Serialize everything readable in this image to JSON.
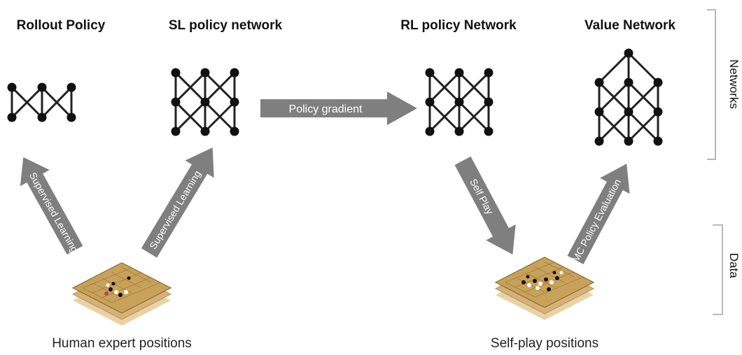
{
  "titles": {
    "rollout": "Rollout Policy",
    "sl": "SL policy network",
    "rl": "RL policy Network",
    "value": "Value Network"
  },
  "arrows": {
    "policy_gradient": "Policy gradient",
    "supervised_left": "Supervised Learning",
    "supervised_right": "Supervised Learning",
    "self_play": "Self Play",
    "mc_eval": "MC Policy Evaluation"
  },
  "captions": {
    "human": "Human expert positions",
    "selfplay": "Self-play positions"
  },
  "side_labels": {
    "networks": "Networks",
    "data": "Data"
  },
  "colors": {
    "arrow": "#7f7f7f",
    "node": "#111111",
    "board": "#c8a25a",
    "bracket": "#b8b8b8"
  },
  "icons": [
    "rollout-network-icon",
    "sl-network-icon",
    "rl-network-icon",
    "value-network-icon",
    "go-board-stack-icon"
  ]
}
